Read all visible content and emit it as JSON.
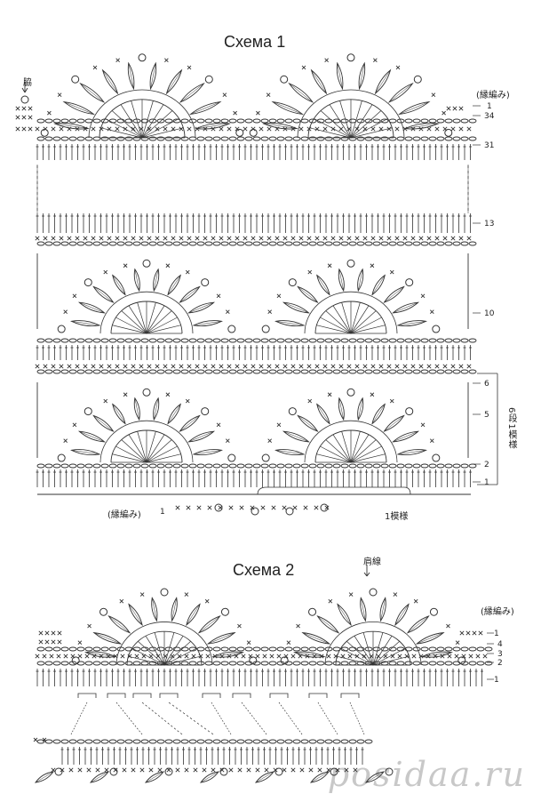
{
  "schema1": {
    "title": "Схема 1",
    "side_label": "脇",
    "edge_label_top": "(縁編み)",
    "edge_label_bottom": "(縁編み)",
    "row_labels_right": [
      "1",
      "34",
      "31",
      "13",
      "10",
      "6",
      "5",
      "2",
      "1"
    ],
    "bottom_start_label": "1",
    "repeat_label_rows": "6段1模様",
    "repeat_label_pattern": "1模様"
  },
  "schema2": {
    "title": "Схема 2",
    "shoulder_label": "肩線",
    "edge_label": "(縁編み)",
    "row_labels_right": [
      "1",
      "4",
      "3",
      "2",
      "1"
    ]
  },
  "watermark": "posidaa.ru"
}
